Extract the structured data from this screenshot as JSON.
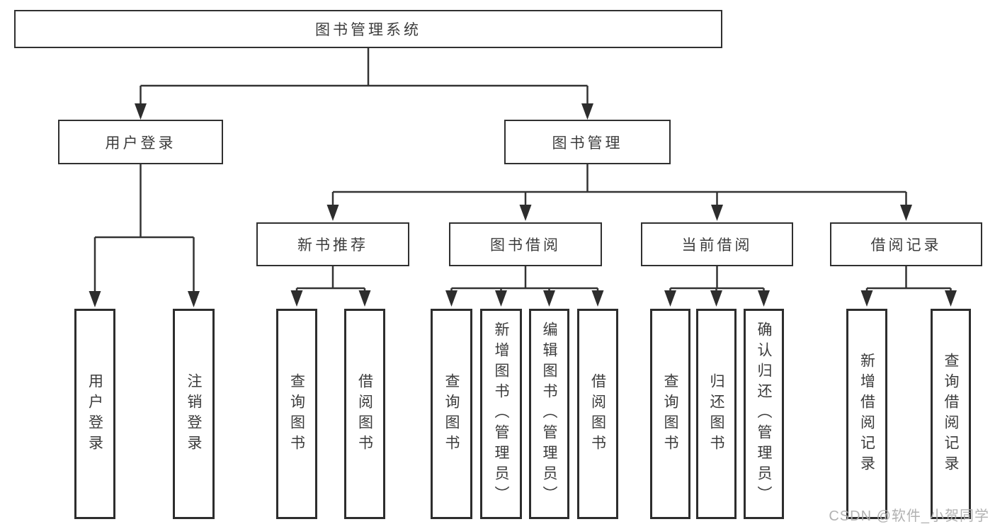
{
  "colors": {
    "background": "#ffffff",
    "line": "#333333",
    "box_border": "#2d2d2d",
    "text": "#3c3c3c",
    "watermark": "#aeaeae"
  },
  "tree": {
    "root": {
      "label": "图书管理系统"
    },
    "level2": [
      {
        "label": "用户登录"
      },
      {
        "label": "图书管理"
      }
    ],
    "level3": [
      {
        "label": "新书推荐",
        "parent": "图书管理"
      },
      {
        "label": "图书借阅",
        "parent": "图书管理"
      },
      {
        "label": "当前借阅",
        "parent": "图书管理"
      },
      {
        "label": "借阅记录",
        "parent": "图书管理"
      }
    ],
    "leaves": [
      {
        "label": "用户登录",
        "parent": "用户登录"
      },
      {
        "label": "注销登录",
        "parent": "用户登录"
      },
      {
        "label": "查询图书",
        "parent": "新书推荐"
      },
      {
        "label": "借阅图书",
        "parent": "新书推荐"
      },
      {
        "label": "查询图书",
        "parent": "图书借阅"
      },
      {
        "label": "新增图书（管理员）",
        "parent": "图书借阅"
      },
      {
        "label": "编辑图书（管理员）",
        "parent": "图书借阅"
      },
      {
        "label": "借阅图书",
        "parent": "图书借阅"
      },
      {
        "label": "查询图书",
        "parent": "当前借阅"
      },
      {
        "label": "归还图书",
        "parent": "当前借阅"
      },
      {
        "label": "确认归还（管理员）",
        "parent": "当前借阅"
      },
      {
        "label": "新增借阅记录",
        "parent": "借阅记录"
      },
      {
        "label": "查询借阅记录",
        "parent": "借阅记录"
      }
    ]
  },
  "watermark": {
    "text": "CSDN @软件_小贺同学"
  }
}
